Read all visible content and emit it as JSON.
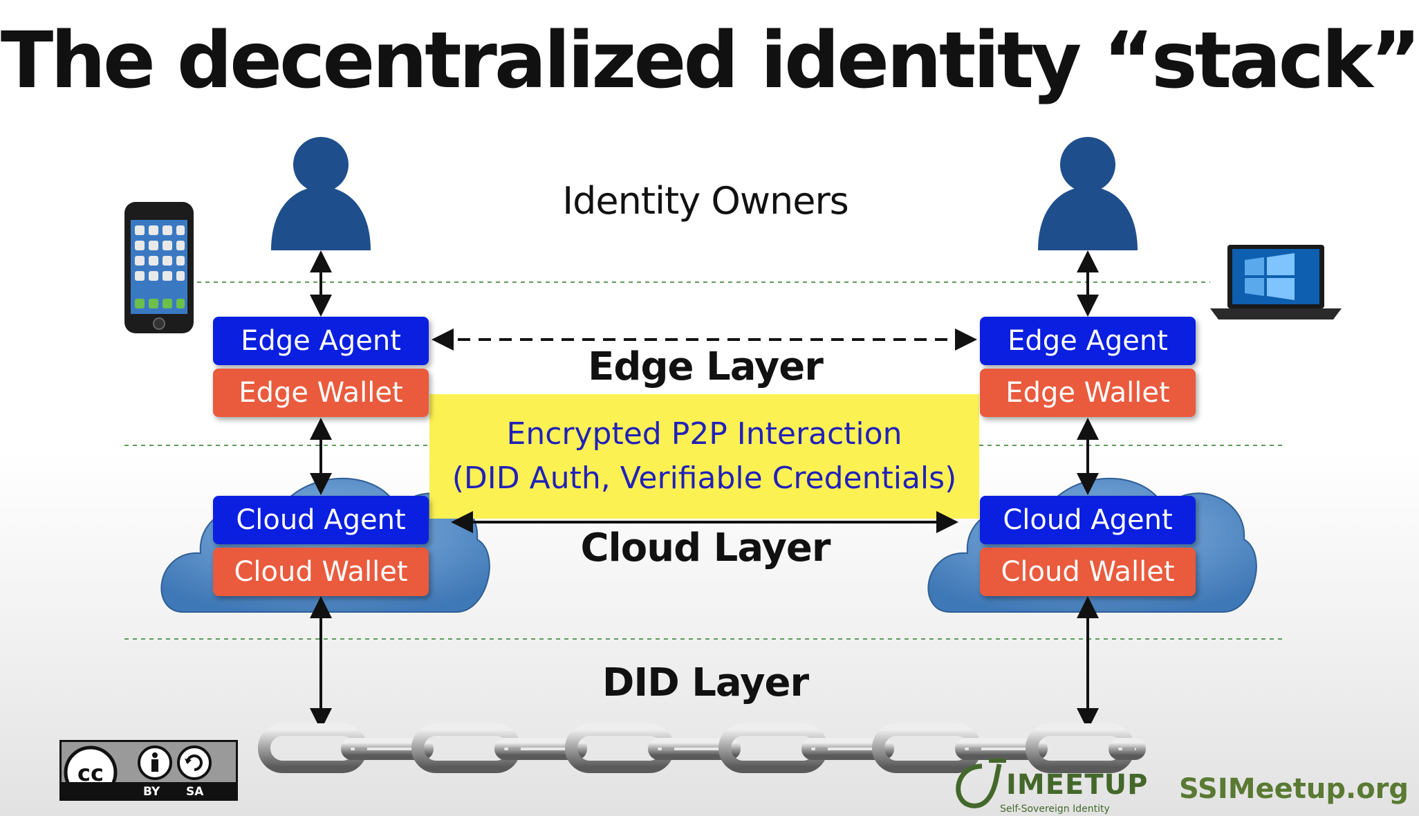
{
  "title": "The decentralized identity “stack”",
  "layers": {
    "owners": "Identity Owners",
    "edge": "Edge Layer",
    "cloud": "Cloud Layer",
    "did": "DID Layer"
  },
  "left_stack": {
    "edge_agent": "Edge Agent",
    "edge_wallet": "Edge Wallet",
    "cloud_agent": "Cloud Agent",
    "cloud_wallet": "Cloud Wallet"
  },
  "right_stack": {
    "edge_agent": "Edge Agent",
    "edge_wallet": "Edge Wallet",
    "cloud_agent": "Cloud Agent",
    "cloud_wallet": "Cloud Wallet"
  },
  "p2p": {
    "line1": "Encrypted P2P Interaction",
    "line2": "(DID Auth, Verifiable Credentials)"
  },
  "license": {
    "by": "BY",
    "sa": "SA"
  },
  "logo": {
    "name": "IMEETUP",
    "tagline": "Self-Sovereign Identity"
  },
  "site": "SSIMeetup.org",
  "colors": {
    "agent": "#0a1fe0",
    "wallet": "#ea5a3d",
    "p2p_background": "#fbf153",
    "p2p_text": "#2121b8",
    "person": "#1f4e8c",
    "cloud": "#4f88c4",
    "logo": "#44682b"
  },
  "icons": [
    "person-icon",
    "smartphone-icon",
    "laptop-icon",
    "cloud-icon",
    "chain-icon",
    "creative-commons-icon"
  ]
}
